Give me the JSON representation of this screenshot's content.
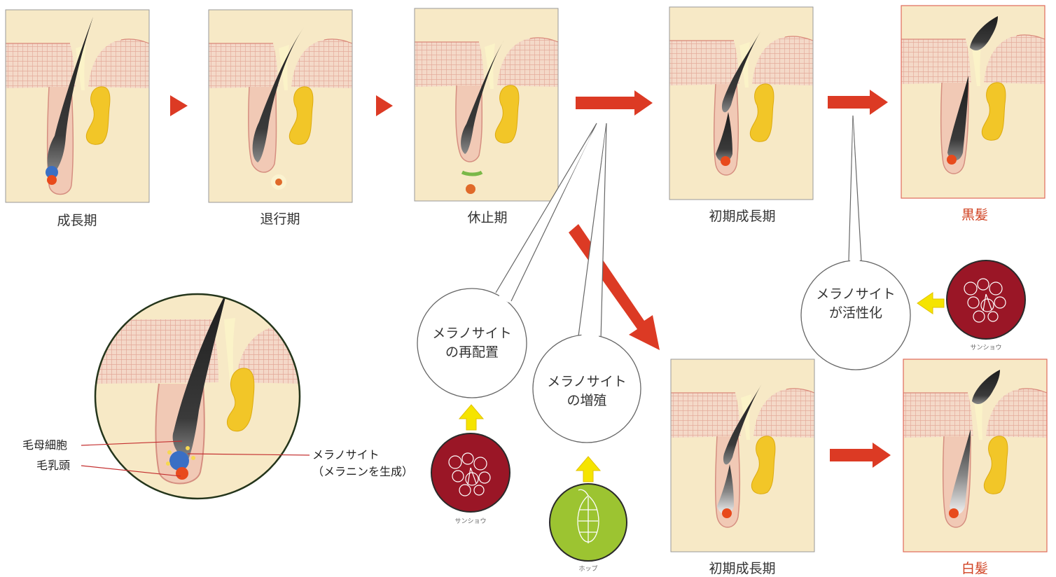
{
  "stages": {
    "anagen": "成長期",
    "catagen": "退行期",
    "telogen": "休止期",
    "early_anagen_top": "初期成長期",
    "early_anagen_bottom": "初期成長期",
    "black_hair": "黒髪",
    "white_hair": "白髪"
  },
  "bubbles": {
    "relocation": [
      "メラノサイト",
      "の再配置"
    ],
    "proliferation": [
      "メラノサイト",
      "の増殖"
    ],
    "activation": [
      "メラノサイト",
      "が活性化"
    ]
  },
  "ingredients": {
    "sansho_1": "サンショウ",
    "hop": "ホップ",
    "sansho_2": "サンショウ"
  },
  "annotations": {
    "matrix_cell": "毛母細胞",
    "dermal_papilla": "毛乳頭",
    "melanocyte": [
      "メラノサイト",
      "（メラニンを生成）"
    ]
  },
  "colors": {
    "arrow_red": "#dc3a24",
    "arrow_yellow": "#f5e400",
    "skin": "#f7e9c6",
    "skin_layer": "#eab9a6",
    "sebaceous": "#f2c628",
    "hair": "#2a2a2a",
    "sansho_circle": "#9a1626",
    "hop_circle": "#9cc431",
    "label_red": "#d04020"
  }
}
